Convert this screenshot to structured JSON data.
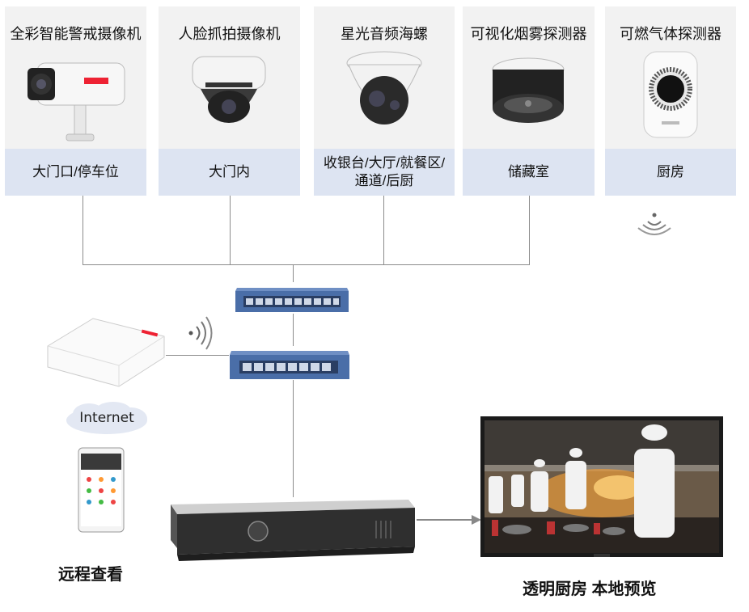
{
  "devices": [
    {
      "name": "全彩智能警戒摄像机",
      "location": "大门口/停车位",
      "icon": "bullet-camera-icon"
    },
    {
      "name": "人脸抓拍摄像机",
      "location": "大门内",
      "icon": "dome-camera-icon"
    },
    {
      "name": "星光音频海螺",
      "location": "收银台/大厅/就餐区/通道/后厨",
      "icon": "turret-camera-icon"
    },
    {
      "name": "可视化烟雾探测器",
      "location": "储藏室",
      "icon": "smoke-detector-icon"
    },
    {
      "name": "可燃气体探测器",
      "location": "厨房",
      "icon": "gas-detector-icon"
    }
  ],
  "cloud": {
    "text": "Internet"
  },
  "labels": {
    "remote": "远程查看",
    "local": "透明厨房 本地预览"
  },
  "colors": {
    "card_bg": "#f2f2f2",
    "location_bg": "#dde4f2",
    "switch_blue": "#4a6ea8",
    "line_gray": "#8c8c8c"
  }
}
